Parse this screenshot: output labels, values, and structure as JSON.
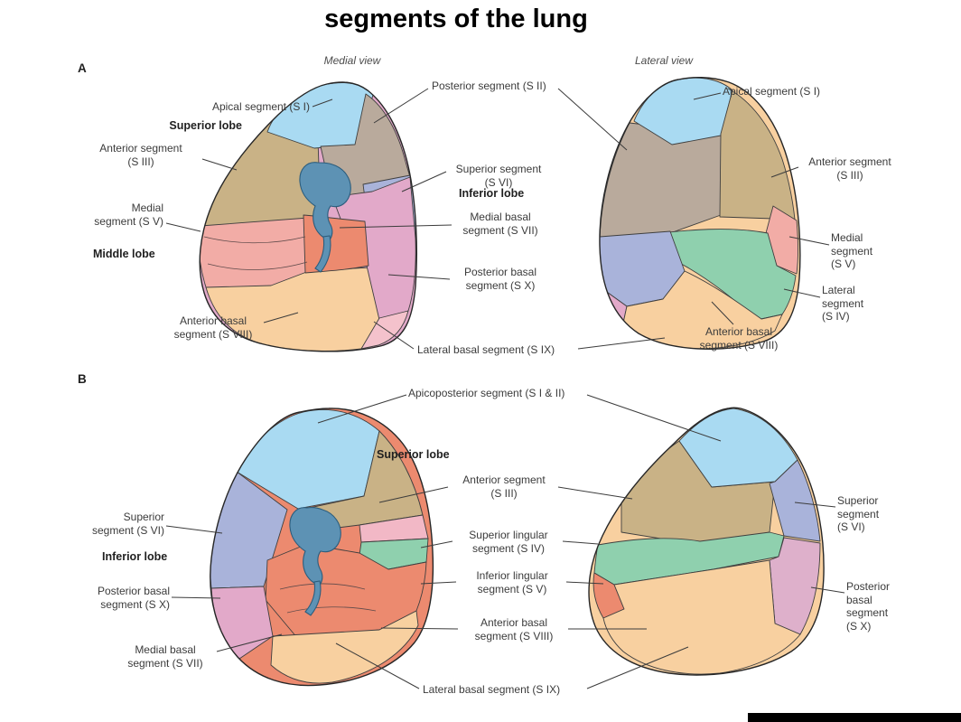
{
  "title": "segments of the lung",
  "labels": {
    "panel_a": "A",
    "panel_b": "B",
    "medial_view": "Medial view",
    "lateral_view": "Lateral view",
    "a_apical_medial": "Apical segment (S I)",
    "a_superior_lobe": "Superior lobe",
    "a_anterior_medial": "Anterior segment\n(S III)",
    "a_medial_segment": "Medial\nsegment (S V)",
    "a_middle_lobe": "Middle lobe",
    "a_anterior_basal_medial": "Anterior basal\nsegment (S VIII)",
    "a_posterior_segment": "Posterior segment (S II)",
    "a_superior_segment": "Superior segment\n(S VI)",
    "a_inferior_lobe": "Inferior lobe",
    "a_medial_basal": "Medial basal\nsegment (S VII)",
    "a_posterior_basal": "Posterior basal\nsegment (S X)",
    "a_lateral_basal": "Lateral basal segment (S IX)",
    "a_apical_lateral": "Apical segment (S I)",
    "a_anterior_lateral": "Anterior segment\n(S III)",
    "a_medial_segment_lateral": "Medial\nsegment\n(S V)",
    "a_lateral_segment": "Lateral\nsegment\n(S IV)",
    "a_anterior_basal_lateral": "Anterior basal\nsegment (S VIII)",
    "b_apicoposterior": "Apicoposterior segment (S I & II)",
    "b_superior_lobe": "Superior lobe",
    "b_anterior_segment": "Anterior segment\n(S III)",
    "b_superior_segment_left": "Superior\nsegment (S VI)",
    "b_inferior_lobe": "Inferior lobe",
    "b_posterior_basal_left": "Posterior basal\nsegment (S X)",
    "b_medial_basal": "Medial basal\nsegment (S VII)",
    "b_superior_lingular": "Superior lingular\nsegment (S IV)",
    "b_inferior_lingular": "Inferior lingular\nsegment (S V)",
    "b_anterior_basal": "Anterior basal\nsegment (S VIII)",
    "b_lateral_basal": "Lateral basal segment (S IX)",
    "b_superior_segment_right": "Superior\nsegment\n(S VI)",
    "b_posterior_basal_right": "Posterior\nbasal\nsegment\n(S X)"
  },
  "colors": {
    "apical_blue": "#a9daf2",
    "posterior_gray": "#b9aa9c",
    "anterior_tan": "#c9b286",
    "superior_lavender": "#a9b3da",
    "medial_pink": "#f2aca6",
    "medial_basal_salmon": "#ec8a6f",
    "posterior_basal_pink": "#e2a9c9",
    "anterior_basal_peach": "#f8d0a0",
    "lateral_basal_lightpink": "#f4c2cc",
    "lingular_green": "#8fd0ae",
    "posterior_basal_lavender": "#deb0cb",
    "strip_pink": "#f2b8c6",
    "hilum_blue": "#5d92b4"
  }
}
